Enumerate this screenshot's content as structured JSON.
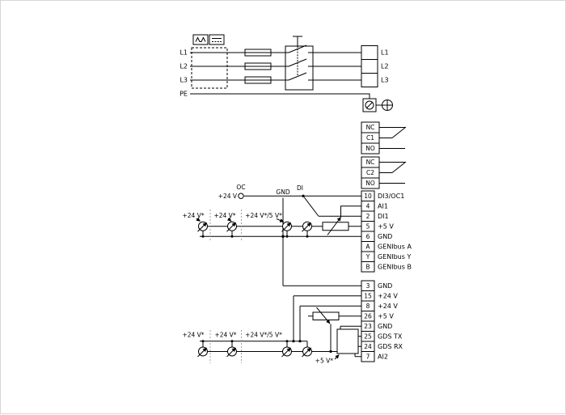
{
  "power_input": {
    "labels": [
      "L1",
      "L2",
      "L3",
      "PE"
    ]
  },
  "power_output": {
    "labels": [
      "L1",
      "L2",
      "L3"
    ]
  },
  "relay1": {
    "terminals": [
      "NC",
      "C1",
      "NO"
    ]
  },
  "relay2": {
    "terminals": [
      "NC",
      "C2",
      "NO"
    ]
  },
  "io_upper": [
    {
      "num": "10",
      "label": "DI3/OC1"
    },
    {
      "num": "4",
      "label": "AI1"
    },
    {
      "num": "2",
      "label": "DI1"
    },
    {
      "num": "5",
      "label": "+5 V"
    },
    {
      "num": "6",
      "label": "GND"
    },
    {
      "num": "A",
      "label": "GENIbus A"
    },
    {
      "num": "Y",
      "label": "GENIbus Y"
    },
    {
      "num": "B",
      "label": "GENIbus B"
    }
  ],
  "io_lower": [
    {
      "num": "3",
      "label": "GND"
    },
    {
      "num": "15",
      "label": "+24 V"
    },
    {
      "num": "8",
      "label": "+24 V"
    },
    {
      "num": "26",
      "label": "+5 V"
    },
    {
      "num": "23",
      "label": "GND"
    },
    {
      "num": "25",
      "label": "GDS TX"
    },
    {
      "num": "24",
      "label": "GDS RX"
    },
    {
      "num": "7",
      "label": "AI2"
    }
  ],
  "annotations": {
    "plus24v": "+24 V",
    "oc": "OC",
    "gnd": "GND",
    "di": "DI",
    "sensor_a": "+24 V*",
    "sensor_b": "+24 V*",
    "sensor_ab": "+24 V*/5 V*",
    "gds_supply": "+5 V*"
  },
  "colors": {
    "line": "#000000",
    "background": "#ffffff"
  }
}
